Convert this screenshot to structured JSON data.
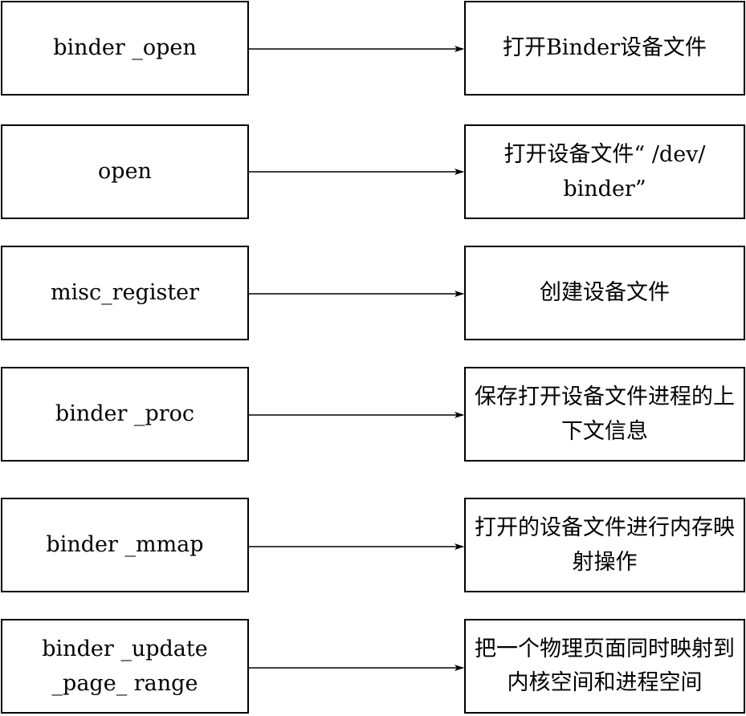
{
  "rows": [
    {
      "function": "binder _open",
      "description": "打开Binder设备文件"
    },
    {
      "function": "open",
      "description": "打开设备文件“ /dev/ binder”"
    },
    {
      "function": "misc_register",
      "description": "创建设备文件"
    },
    {
      "function": "binder _proc",
      "description": "保存打开设备文件进程的上下文信息"
    },
    {
      "function": "binder _mmap",
      "description": "打开的设备文件进行内存映射操作"
    },
    {
      "function": "binder _update _page_ range",
      "description": "把一个物理页面同时映射到内核空间和进程空间"
    }
  ],
  "colors": {
    "stroke": "#000000",
    "background": "#ffffff"
  }
}
